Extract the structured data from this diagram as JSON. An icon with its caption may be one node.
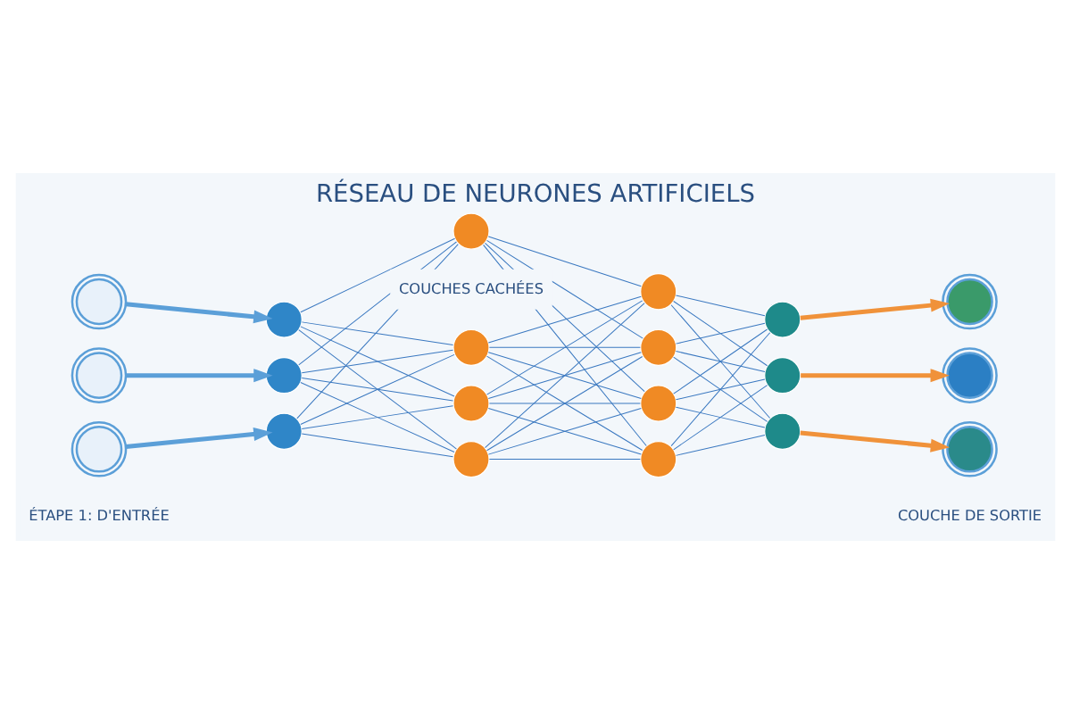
{
  "diagram": {
    "title": "RÉSEAU DE NEURONES ARTIFICIELS",
    "nodes": [
      {
        "text": [],
        "shape": "picture"
      },
      {
        "text": [],
        "shape": "picture"
      },
      {
        "text": [],
        "shape": "picture"
      },
      {
        "text": [],
        "shape": "circle"
      },
      {
        "text": [],
        "shape": "circle"
      },
      {
        "text": [],
        "shape": "circle"
      },
      {
        "text": [],
        "shape": "circle"
      },
      {
        "text": [],
        "shape": "circle"
      },
      {
        "text": [],
        "shape": "circle"
      },
      {
        "text": [],
        "shape": "circle"
      },
      {
        "text": [],
        "shape": "circle"
      },
      {
        "text": [],
        "shape": "circle"
      },
      {
        "text": [],
        "shape": "circle"
      },
      {
        "text": [],
        "shape": "circle"
      },
      {
        "text": [],
        "shape": "circle"
      },
      {
        "text": [],
        "shape": "circle"
      },
      {
        "text": [],
        "shape": "circle"
      },
      {
        "text": [],
        "shape": "picture"
      },
      {
        "text": [],
        "shape": "picture"
      },
      {
        "text": [],
        "shape": "picture"
      }
    ],
    "edges": [
      {
        "from": 0,
        "to": 3,
        "arrow": "to",
        "style": "thick",
        "color": "#5b9fd8"
      },
      {
        "from": 1,
        "to": 4,
        "arrow": "to",
        "style": "thick",
        "color": "#5b9fd8"
      },
      {
        "from": 2,
        "to": 5,
        "arrow": "to",
        "style": "thick",
        "color": "#5b9fd8"
      },
      {
        "from": 3,
        "to": 6,
        "arrow": "none"
      },
      {
        "from": 3,
        "to": 7,
        "arrow": "none"
      },
      {
        "from": 3,
        "to": 8,
        "arrow": "none"
      },
      {
        "from": 3,
        "to": 9,
        "arrow": "none"
      },
      {
        "from": 4,
        "to": 6,
        "arrow": "none"
      },
      {
        "from": 4,
        "to": 7,
        "arrow": "none"
      },
      {
        "from": 4,
        "to": 8,
        "arrow": "none"
      },
      {
        "from": 4,
        "to": 9,
        "arrow": "none"
      },
      {
        "from": 5,
        "to": 6,
        "arrow": "none"
      },
      {
        "from": 5,
        "to": 7,
        "arrow": "none"
      },
      {
        "from": 5,
        "to": 8,
        "arrow": "none"
      },
      {
        "from": 5,
        "to": 9,
        "arrow": "none"
      },
      {
        "from": 6,
        "to": 10,
        "arrow": "none"
      },
      {
        "from": 6,
        "to": 11,
        "arrow": "none"
      },
      {
        "from": 6,
        "to": 12,
        "arrow": "none"
      },
      {
        "from": 6,
        "to": 13,
        "arrow": "none"
      },
      {
        "from": 7,
        "to": 10,
        "arrow": "none"
      },
      {
        "from": 7,
        "to": 11,
        "arrow": "none"
      },
      {
        "from": 7,
        "to": 12,
        "arrow": "none"
      },
      {
        "from": 7,
        "to": 13,
        "arrow": "none"
      },
      {
        "from": 8,
        "to": 10,
        "arrow": "none"
      },
      {
        "from": 8,
        "to": 11,
        "arrow": "none"
      },
      {
        "from": 8,
        "to": 12,
        "arrow": "none"
      },
      {
        "from": 8,
        "to": 13,
        "arrow": "none"
      },
      {
        "from": 9,
        "to": 10,
        "arrow": "none"
      },
      {
        "from": 9,
        "to": 11,
        "arrow": "none"
      },
      {
        "from": 9,
        "to": 12,
        "arrow": "none"
      },
      {
        "from": 9,
        "to": 13,
        "arrow": "none"
      },
      {
        "from": 10,
        "to": 14,
        "arrow": "none"
      },
      {
        "from": 10,
        "to": 15,
        "arrow": "none"
      },
      {
        "from": 10,
        "to": 16,
        "arrow": "none"
      },
      {
        "from": 11,
        "to": 14,
        "arrow": "none"
      },
      {
        "from": 11,
        "to": 15,
        "arrow": "none"
      },
      {
        "from": 11,
        "to": 16,
        "arrow": "none"
      },
      {
        "from": 12,
        "to": 14,
        "arrow": "none"
      },
      {
        "from": 12,
        "to": 15,
        "arrow": "none"
      },
      {
        "from": 12,
        "to": 16,
        "arrow": "none"
      },
      {
        "from": 13,
        "to": 14,
        "arrow": "none"
      },
      {
        "from": 13,
        "to": 15,
        "arrow": "none"
      },
      {
        "from": 13,
        "to": 16,
        "arrow": "none"
      },
      {
        "from": 14,
        "to": 17,
        "arrow": "to",
        "style": "thick",
        "color": "#f0923a"
      },
      {
        "from": 15,
        "to": 18,
        "arrow": "to",
        "style": "thick",
        "color": "#f0923a"
      },
      {
        "from": 16,
        "to": 19,
        "arrow": "to",
        "style": "thick",
        "color": "#f0923a"
      }
    ],
    "labels": [
      "ÉTAPE 1: D'ENTRÉE",
      "COUCHES CACHÉES",
      "COUCHE DE SORTIE"
    ]
  }
}
